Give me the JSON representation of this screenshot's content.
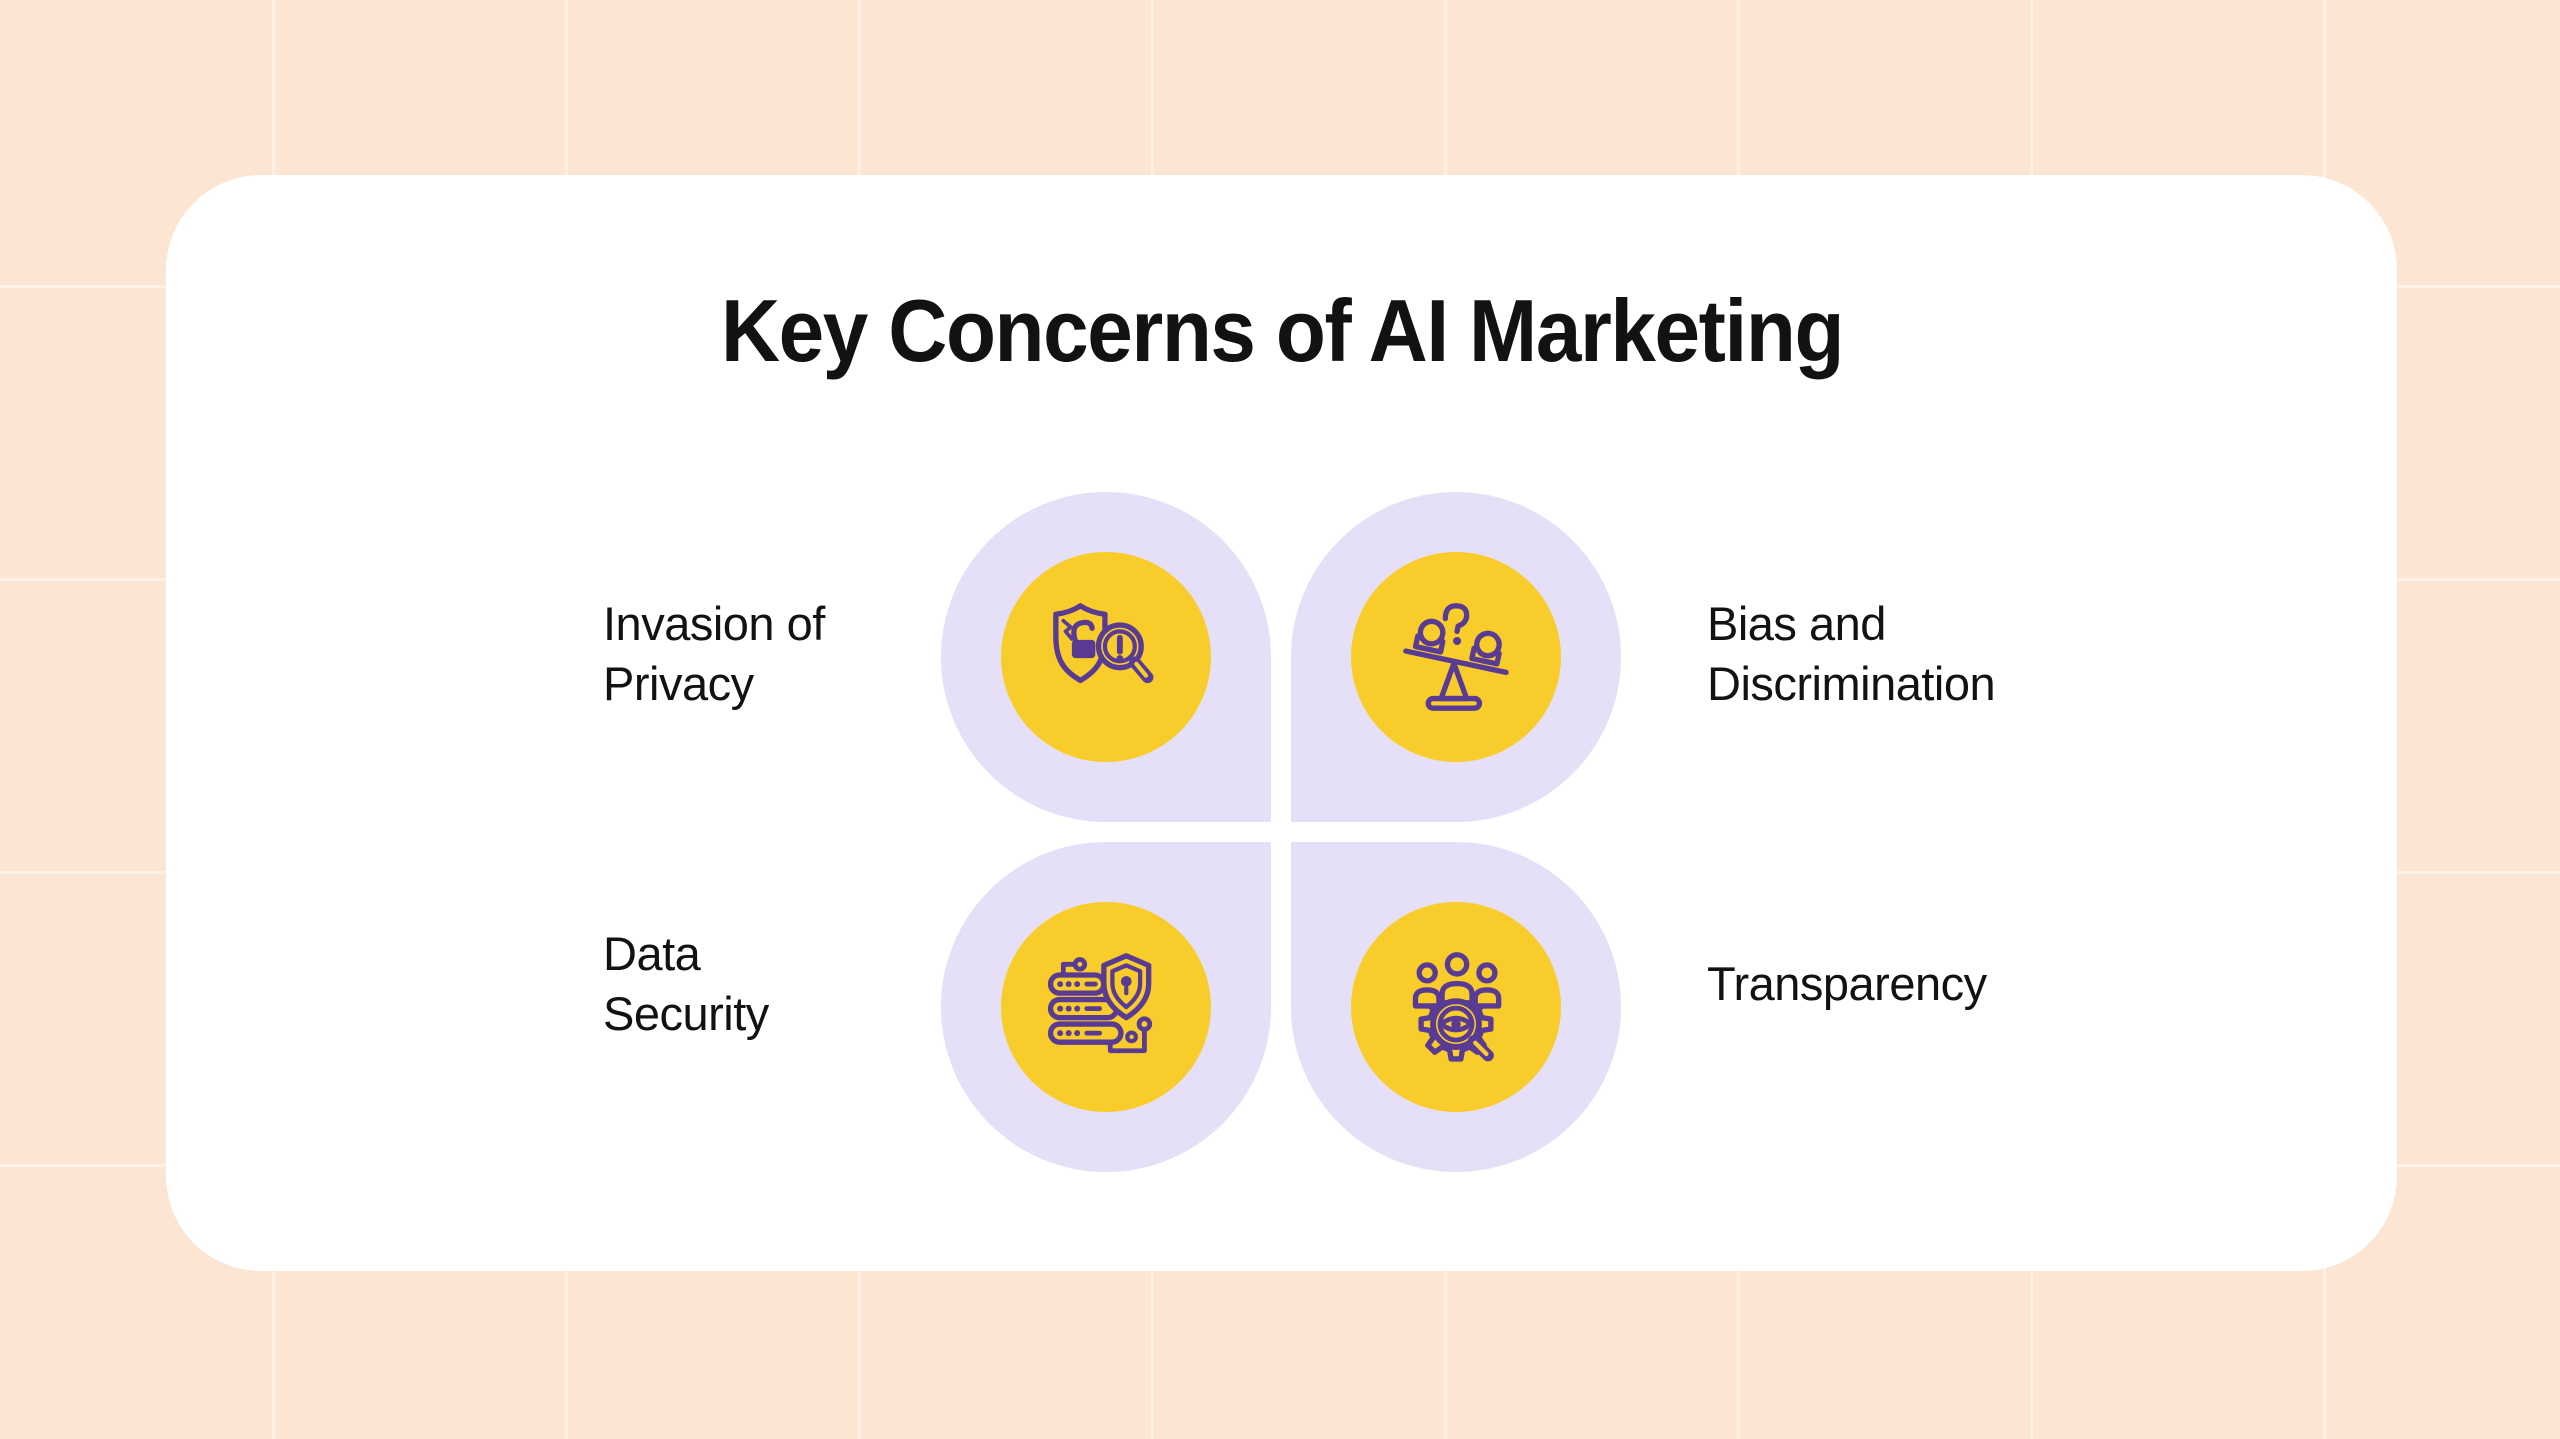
{
  "title": "Key Concerns of AI Marketing",
  "colors": {
    "background": "#fce5d3",
    "grid_line": "#fdf1e7",
    "card": "#ffffff",
    "petal": "#e5dff7",
    "icon_circle": "#f8cd2b",
    "icon_stroke": "#5a3b94",
    "text": "#121212"
  },
  "concerns": [
    {
      "id": "invasion-of-privacy",
      "label": "Invasion of Privacy",
      "label_lines": [
        "Invasion of",
        "Privacy"
      ],
      "icon": "shield-breach-magnifier-icon",
      "quadrant": "top-left"
    },
    {
      "id": "bias-and-discrimination",
      "label": "Bias and Discrimination",
      "label_lines": [
        "Bias and",
        "Discrimination"
      ],
      "icon": "balance-scale-question-icon",
      "quadrant": "top-right"
    },
    {
      "id": "data-security",
      "label": "Data Security",
      "label_lines": [
        "Data",
        "Security"
      ],
      "icon": "server-shield-circuit-icon",
      "quadrant": "bottom-left"
    },
    {
      "id": "transparency",
      "label": "Transparency",
      "label_lines": [
        "Transparency"
      ],
      "icon": "people-gear-eye-magnifier-icon",
      "quadrant": "bottom-right"
    }
  ]
}
